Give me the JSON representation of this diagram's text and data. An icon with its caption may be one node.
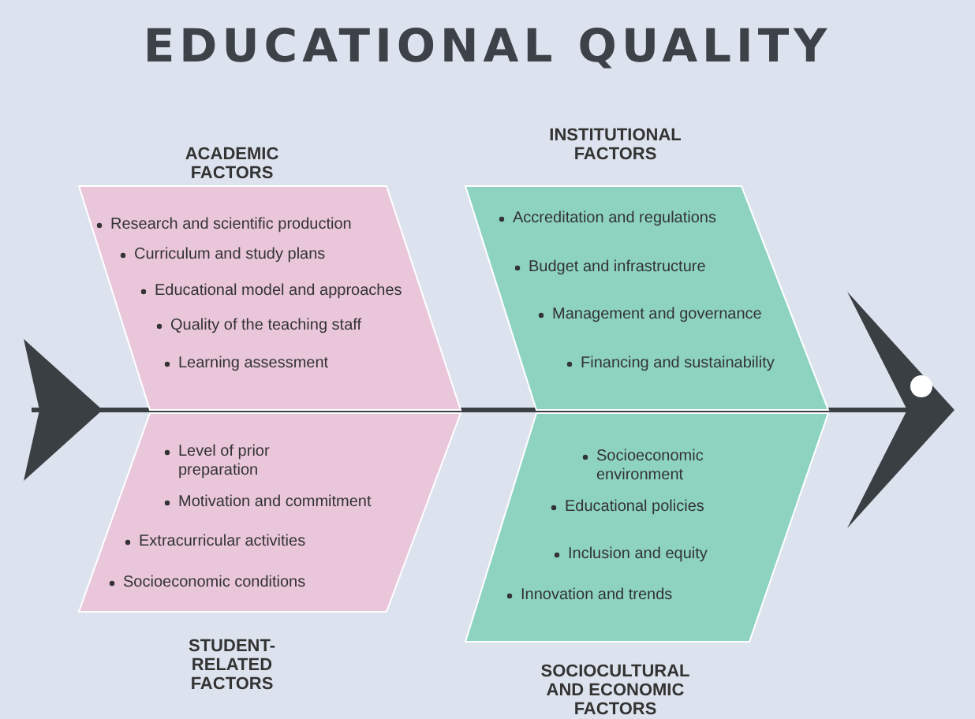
{
  "diagram": {
    "title": "EDUCATIONAL QUALITY",
    "nodes": [
      {
        "text": [
          "ACADEMIC FACTORS",
          "Research and scientific production",
          "Curriculum and study plans",
          "Educational model and approaches",
          "Quality of the teaching staff",
          "Learning assessment"
        ]
      },
      {
        "text": [
          "INSTITUTIONAL FACTORS",
          "Accreditation and regulations",
          "Budget and infrastructure",
          "Management and governance",
          "Financing and sustainability"
        ]
      },
      {
        "text": [
          "Level of prior preparation",
          "Motivation and commitment",
          "Extracurricular activities",
          "Socioeconomic conditions",
          "STUDENT-RELATED FACTORS"
        ]
      },
      {
        "text": [
          "Socioeconomic environment",
          "Educational policies",
          "Inclusion and equity",
          "Innovation and trends",
          "SOCIOCULTURAL AND ECONOMIC FACTORS"
        ]
      }
    ]
  }
}
